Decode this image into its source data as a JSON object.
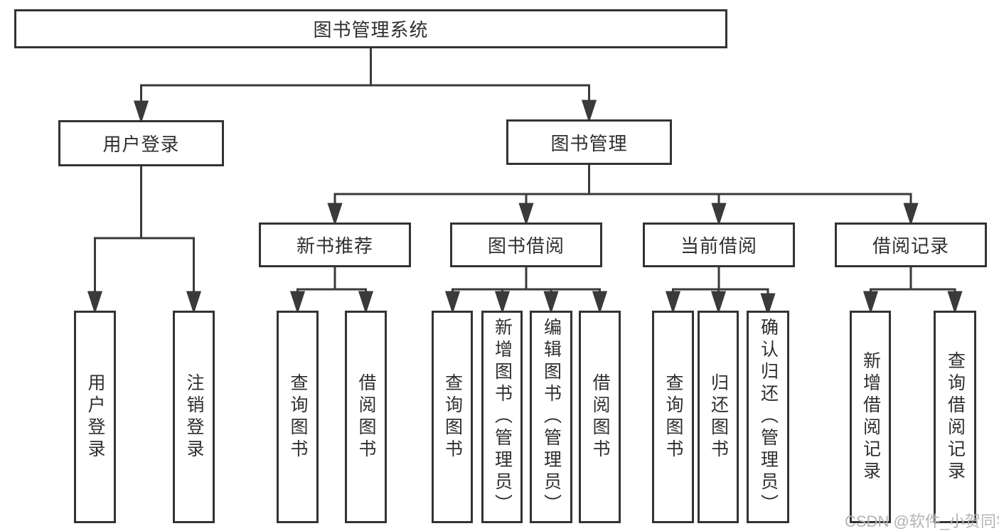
{
  "diagram": {
    "root": {
      "label": "图书管理系统"
    },
    "level2": [
      {
        "id": "user-login",
        "label": "用户登录"
      },
      {
        "id": "book-management",
        "label": "图书管理"
      }
    ],
    "level3": [
      {
        "id": "new-book-recommend",
        "label": "新书推荐",
        "parent": "图书管理"
      },
      {
        "id": "book-borrowing",
        "label": "图书借阅",
        "parent": "图书管理"
      },
      {
        "id": "current-borrowing",
        "label": "当前借阅",
        "parent": "图书管理"
      },
      {
        "id": "borrowing-records",
        "label": "借阅记录",
        "parent": "图书管理"
      }
    ],
    "leaves": [
      {
        "parent": "用户登录",
        "label": "用户登录"
      },
      {
        "parent": "用户登录",
        "label": "注销登录"
      },
      {
        "parent": "新书推荐",
        "label": "查询图书"
      },
      {
        "parent": "新书推荐",
        "label": "借阅图书"
      },
      {
        "parent": "图书借阅",
        "label": "查询图书"
      },
      {
        "parent": "图书借阅",
        "label": "新增图书（管理员）"
      },
      {
        "parent": "图书借阅",
        "label": "编辑图书（管理员）"
      },
      {
        "parent": "图书借阅",
        "label": "借阅图书"
      },
      {
        "parent": "当前借阅",
        "label": "查询图书"
      },
      {
        "parent": "当前借阅",
        "label": "归还图书"
      },
      {
        "parent": "当前借阅",
        "label": "确认归还（管理员）"
      },
      {
        "parent": "借阅记录",
        "label": "新增借阅记录"
      },
      {
        "parent": "借阅记录",
        "label": "查询借阅记录"
      }
    ]
  },
  "watermark": "CSDN @软件_小贺同学",
  "colors": {
    "line": "#3a3a3a",
    "box_border": "#333333",
    "text": "#2f2f2f",
    "background": "#ffffff",
    "watermark": "#b3b3b3"
  }
}
